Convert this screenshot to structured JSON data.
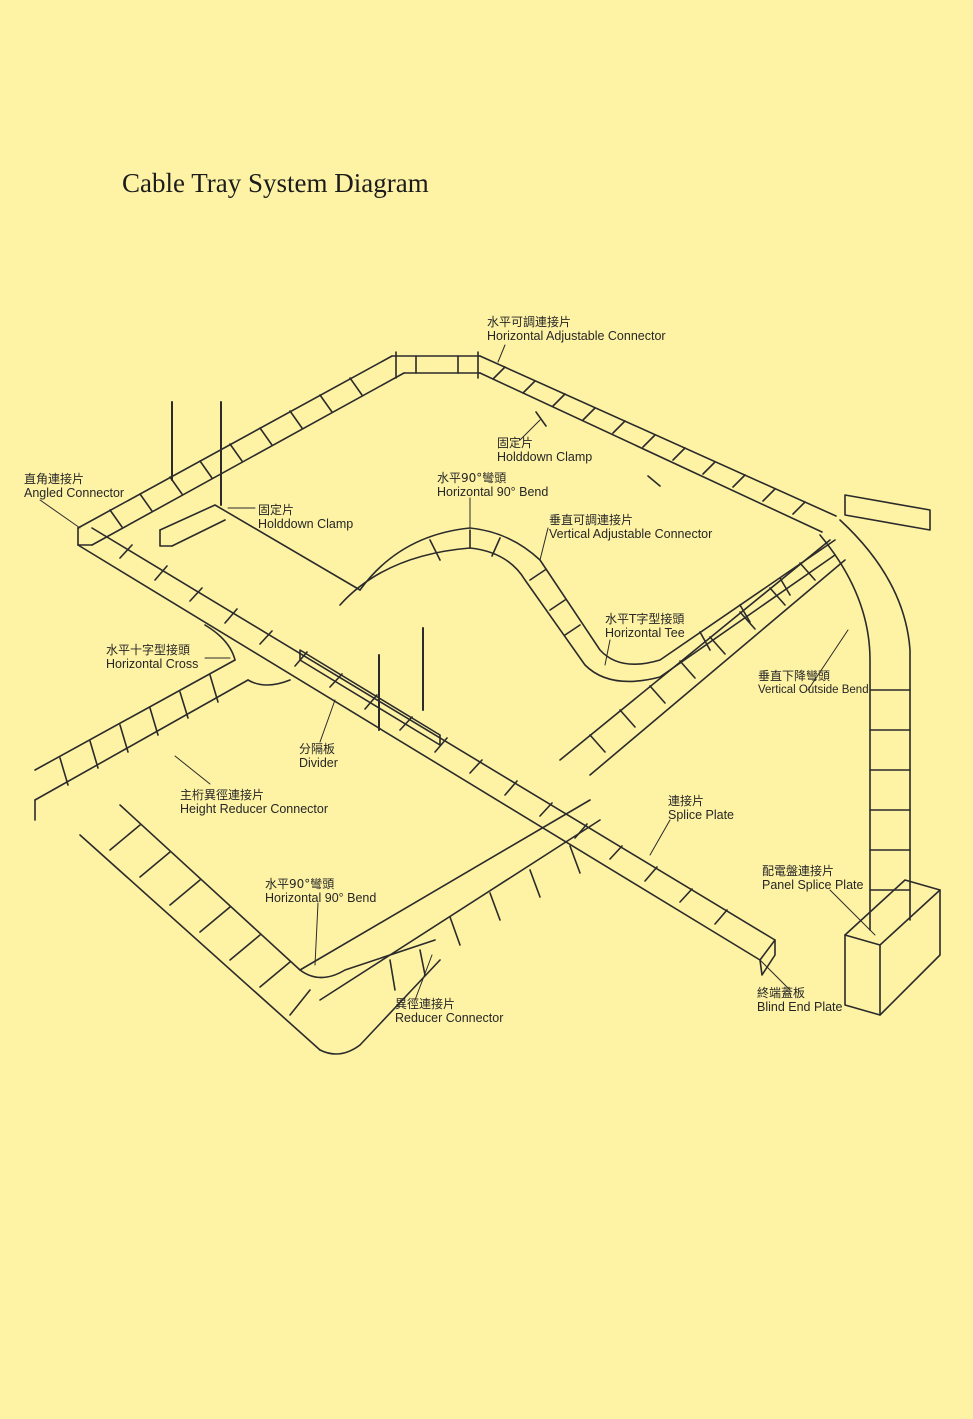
{
  "title": "Cable Tray System Diagram",
  "colors": {
    "background": "#FEF3A5",
    "line": "#2b2b2b"
  },
  "labels": [
    {
      "zh": "水平可調連接片",
      "en": "Horizontal Adjustable Connector"
    },
    {
      "zh": "固定片",
      "en": "Holddown Clamp"
    },
    {
      "zh": "直角連接片",
      "en": "Angled Connector"
    },
    {
      "zh": "固定片",
      "en": "Holddown Clamp"
    },
    {
      "zh": "水平90°彎頭",
      "en": "Horizontal 90°  Bend"
    },
    {
      "zh": "垂直可調連接片",
      "en": "Vertical Adjustable Connector"
    },
    {
      "zh": "水平T字型接頭",
      "en": "Horizontal Tee"
    },
    {
      "zh": "垂直下降彎頭",
      "en": "Vertical Outside Bend"
    },
    {
      "zh": "水平十字型接頭",
      "en": "Horizontal Cross"
    },
    {
      "zh": "分隔板",
      "en": "Divider"
    },
    {
      "zh": "主桁異徑連接片",
      "en": "Height Reducer Connector"
    },
    {
      "zh": "連接片",
      "en": "Splice Plate"
    },
    {
      "zh": "配電盤連接片",
      "en": "Panel Splice Plate"
    },
    {
      "zh": "水平90°彎頭",
      "en": "Horizontal 90°  Bend"
    },
    {
      "zh": "異徑連接片",
      "en": "Reducer Connector"
    },
    {
      "zh": "終端蓋板",
      "en": "Blind End Plate"
    }
  ]
}
